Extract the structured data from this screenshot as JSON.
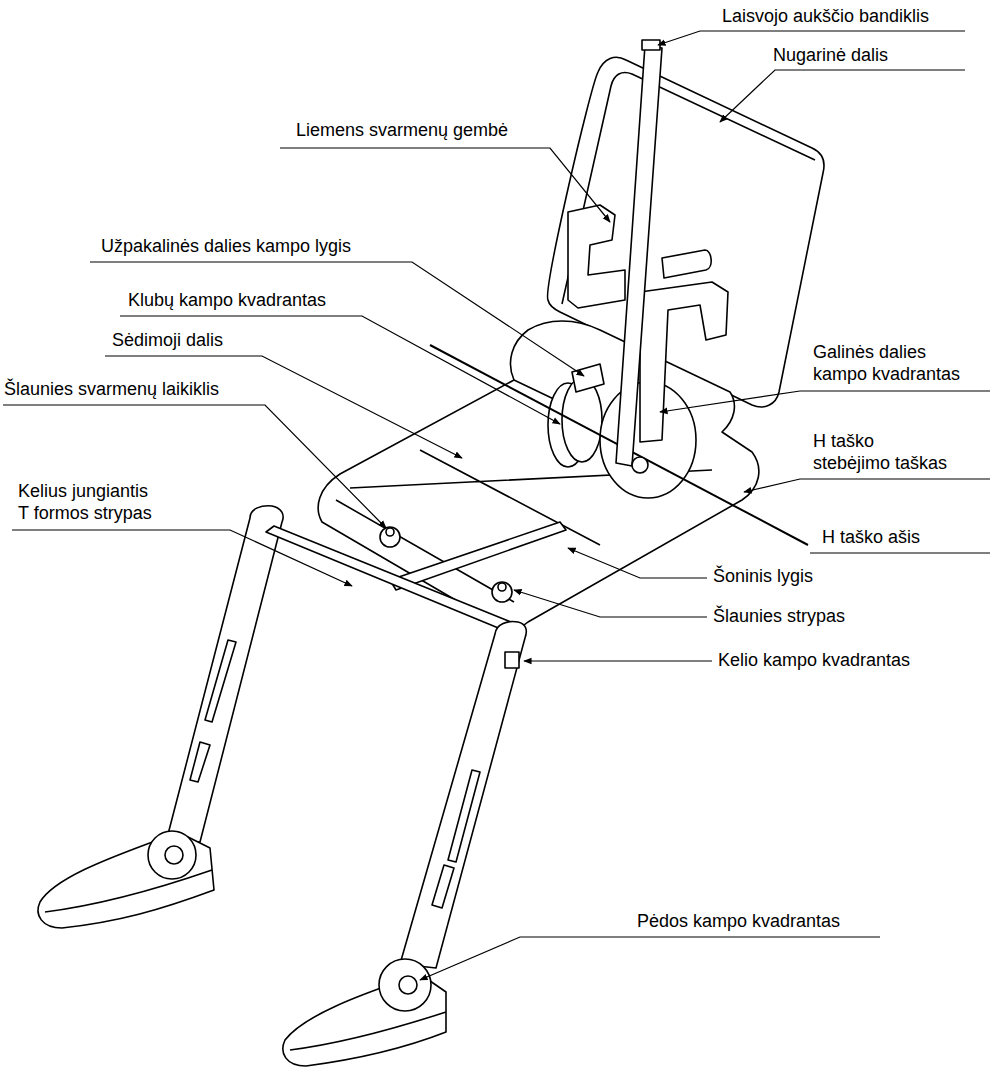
{
  "diagram": {
    "labels": [
      "Laisvojo aukščio bandiklis",
      "Nugarinė dalis",
      "Liemens svarmenų gembė",
      "Užpakalinės dalies kampo lygis",
      "Klubų kampo kvadrantas",
      "Sėdimoji dalis",
      "Galinės dalies kampo kvadrantas",
      "Šlaunies svarmenų laikiklis",
      "H taško stebėjimo taškas",
      "Kelius jungiantis T formos strypas",
      "H taško ašis",
      "Šoninis lygis",
      "Šlaunies strypas",
      "Kelio kampo kvadrantas",
      "Pėdos kampo kvadrantas"
    ]
  }
}
